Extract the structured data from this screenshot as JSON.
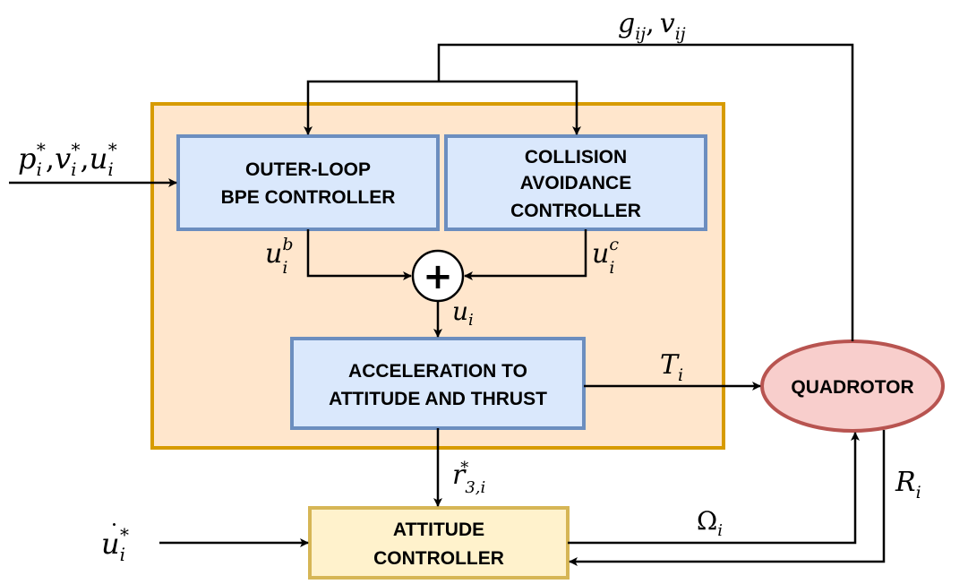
{
  "colors": {
    "outer_box_fill": "#ffe6cc",
    "outer_box_stroke": "#d79b00",
    "controller_fill": "#dae8fc",
    "controller_stroke": "#6c8ebf",
    "attitude_fill": "#fff2cc",
    "attitude_stroke": "#d6b656",
    "quadrotor_fill": "#f8cecc",
    "quadrotor_stroke": "#b85450"
  },
  "blocks": {
    "outer_loop": {
      "line1": "OUTER-LOOP",
      "line2": "BPE CONTROLLER"
    },
    "collision": {
      "line1": "COLLISION",
      "line2": "AVOIDANCE",
      "line3": "CONTROLLER"
    },
    "accel": {
      "line1": "ACCELERATION TO",
      "line2": "ATTITUDE AND THRUST"
    },
    "attitude": {
      "line1": "ATTITUDE",
      "line2": "CONTROLLER"
    },
    "quadrotor": {
      "label": "QUADROTOR"
    },
    "sum": {
      "symbol": "+"
    }
  },
  "signals": {
    "input": {
      "base1": "p",
      "base2": "v",
      "base3": "u",
      "sub": "i",
      "sup": "*",
      "sep": ","
    },
    "feedback": {
      "base1": "g",
      "sub1": "ij",
      "sep": ",",
      "base2": "v",
      "sub2": "ij"
    },
    "ub": {
      "base": "u",
      "sub": "i",
      "sup": "b"
    },
    "uc": {
      "base": "u",
      "sub": "i",
      "sup": "c"
    },
    "ui": {
      "base": "u",
      "sub": "i"
    },
    "thrust": {
      "base": "T",
      "sub": "i"
    },
    "r3": {
      "base": "r",
      "sub": "3,i",
      "sup": "*"
    },
    "udot": {
      "base": "u",
      "dot": "˙",
      "sub": "i",
      "sup": "*"
    },
    "omega": {
      "base": "Ω",
      "sub": "i"
    },
    "rot": {
      "base": "R",
      "sub": "i"
    }
  }
}
